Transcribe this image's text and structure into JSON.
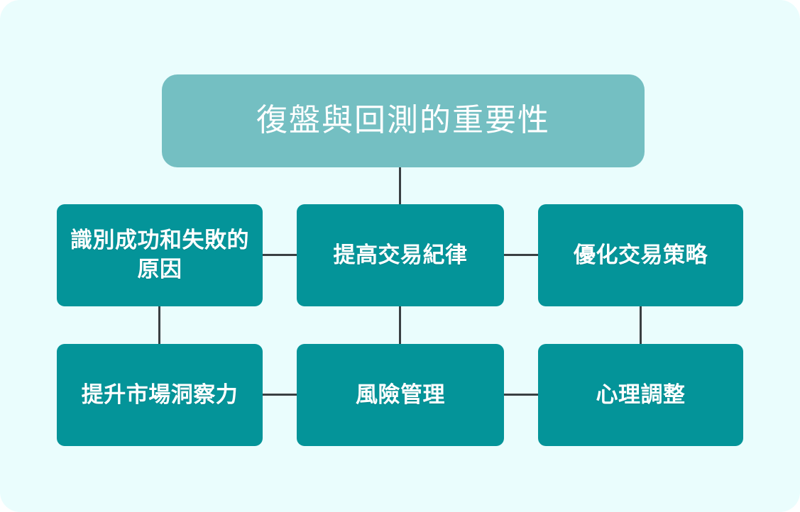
{
  "diagram": {
    "type": "hierarchy-tree",
    "background_color": "#eafdfd",
    "title_node": {
      "label": "復盤與回測的重要性",
      "fill_color": "#74bfc2",
      "text_color": "#ffffff"
    },
    "node_fill_color": "#049499",
    "node_text_color": "#ffffff",
    "connector_color": "#3a3f42",
    "nodes": [
      {
        "id": "r1c1",
        "label": "識別成功和失敗的原因"
      },
      {
        "id": "r1c2",
        "label": "提高交易紀律"
      },
      {
        "id": "r1c3",
        "label": "優化交易策略"
      },
      {
        "id": "r2c1",
        "label": "提升市場洞察力"
      },
      {
        "id": "r2c2",
        "label": "風險管理"
      },
      {
        "id": "r2c3",
        "label": "心理調整"
      }
    ],
    "connections": [
      {
        "from": "title_node",
        "to": "r1c2",
        "orientation": "vertical"
      },
      {
        "from": "r1c1",
        "to": "r1c2",
        "orientation": "horizontal"
      },
      {
        "from": "r1c2",
        "to": "r1c3",
        "orientation": "horizontal"
      },
      {
        "from": "r2c1",
        "to": "r2c2",
        "orientation": "horizontal"
      },
      {
        "from": "r2c2",
        "to": "r2c3",
        "orientation": "horizontal"
      },
      {
        "from": "r1c1",
        "to": "r2c1",
        "orientation": "vertical"
      },
      {
        "from": "r1c2",
        "to": "r2c2",
        "orientation": "vertical"
      },
      {
        "from": "r1c3",
        "to": "r2c3",
        "orientation": "vertical"
      }
    ]
  }
}
